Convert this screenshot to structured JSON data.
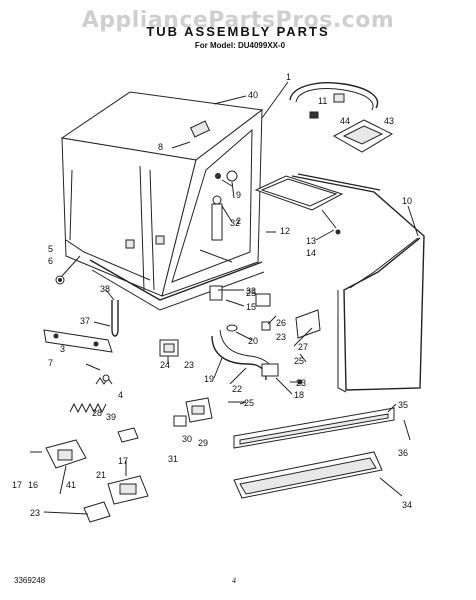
{
  "watermark": "AppliancePartsPros.com",
  "title": "TUB ASSEMBLY PARTS",
  "model": "For Model: DU4099XX-0",
  "footer_code": "3369248",
  "page_number": "4",
  "callouts": {
    "c1": "1",
    "c2": "2",
    "c3": "3",
    "c4": "4",
    "c5": "5",
    "c6": "6",
    "c7": "7",
    "c8": "8",
    "c9": "9",
    "c10": "10",
    "c11": "11",
    "c12": "12",
    "c13": "13",
    "c14": "14",
    "c15": "15",
    "c16": "16",
    "c17a": "17",
    "c17b": "17",
    "c18": "18",
    "c19": "19",
    "c20": "20",
    "c21": "21",
    "c22": "22",
    "c23a": "23",
    "c23b": "23",
    "c23c": "23",
    "c23d": "23",
    "c24": "24",
    "c25a": "25",
    "c25b": "25",
    "c25c": "25",
    "c26": "26",
    "c27": "27",
    "c28": "28",
    "c29": "29",
    "c30": "30",
    "c31": "31",
    "c32": "32",
    "c33": "33",
    "c34": "34",
    "c35": "35",
    "c36": "36",
    "c37": "37",
    "c38": "38",
    "c39": "39",
    "c40": "40",
    "c41": "41",
    "c43": "43",
    "c44": "44"
  }
}
